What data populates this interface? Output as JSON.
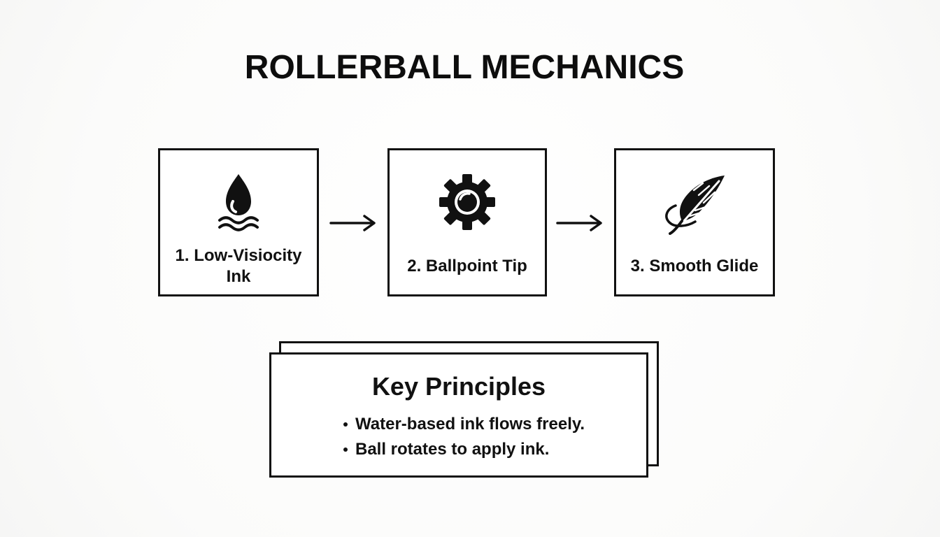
{
  "title": "ROLLERBALL MECHANICS",
  "colors": {
    "ink": "#111111",
    "background": "#fbfbfa",
    "panel": "#ffffff"
  },
  "steps": [
    {
      "label": "1. Low-Visiocity\nInk",
      "icon": "ink-drop-icon"
    },
    {
      "label": "2. Ballpoint Tip",
      "icon": "gear-icon"
    },
    {
      "label": "3. Smooth Glide",
      "icon": "feather-icon"
    }
  ],
  "arrows": [
    {
      "icon": "right-arrow-icon"
    },
    {
      "icon": "right-arrow-icon"
    }
  ],
  "principles": {
    "title": "Key Principles",
    "items": [
      "Water-based ink flows freely.",
      "Ball rotates to apply ink."
    ]
  }
}
